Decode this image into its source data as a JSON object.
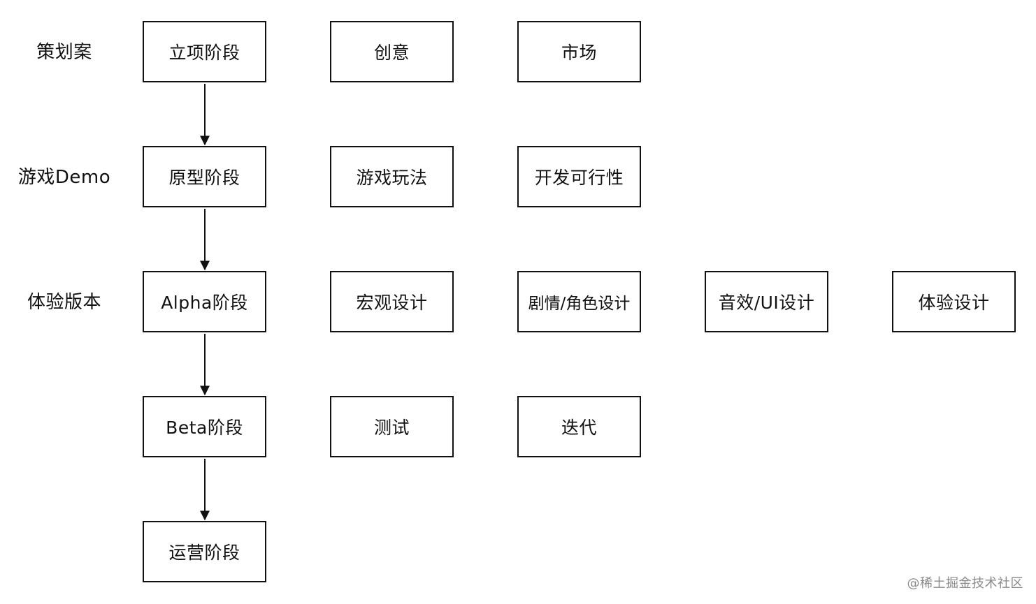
{
  "rows": [
    {
      "label": "策划案",
      "stage": "立项阶段",
      "items": [
        "创意",
        "市场"
      ]
    },
    {
      "label": "游戏Demo",
      "stage": "原型阶段",
      "items": [
        "游戏玩法",
        "开发可行性"
      ]
    },
    {
      "label": "体验版本",
      "stage": "Alpha阶段",
      "items": [
        "宏观设计",
        "剧情/角色设计",
        "音效/UI设计",
        "体验设计"
      ]
    },
    {
      "label": "",
      "stage": "Beta阶段",
      "items": [
        "测试",
        "迭代"
      ]
    },
    {
      "label": "",
      "stage": "运营阶段",
      "items": []
    }
  ],
  "watermark": "@稀土掘金技术社区",
  "colors": {
    "line": "#111111",
    "background": "#ffffff",
    "watermark": "#8a8a8a"
  }
}
